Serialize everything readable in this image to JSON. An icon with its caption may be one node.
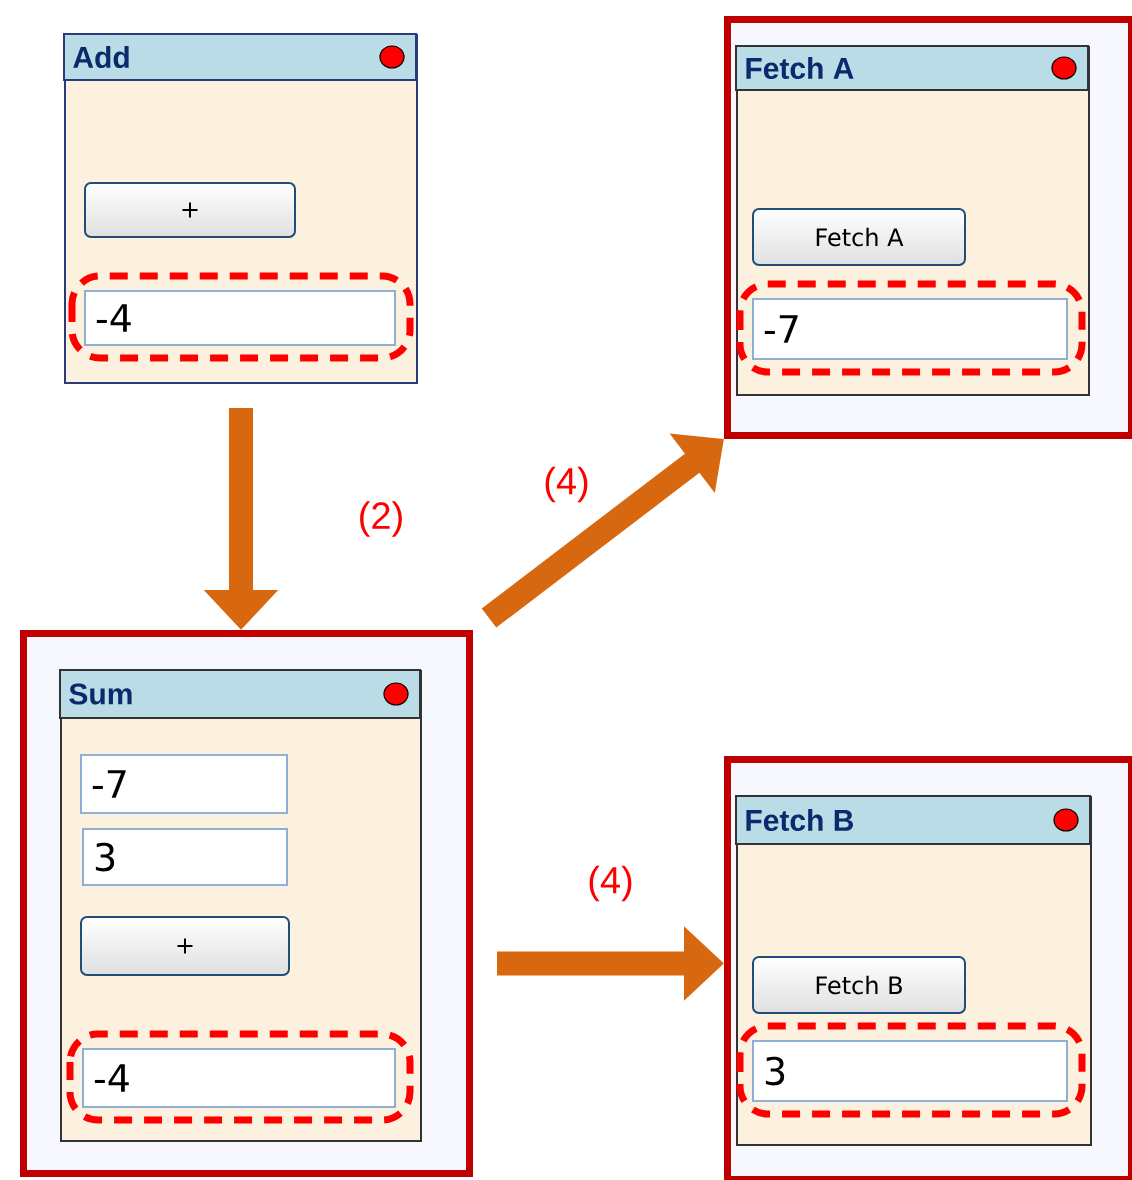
{
  "diagram": {
    "nodes": [
      {
        "text": [
          "Add"
        ]
      },
      {
        "text": [
          "+"
        ],
        "in": 0
      },
      {
        "text": [
          "-4"
        ],
        "in": 0
      },
      {
        "text": [],
        "shape": "box"
      },
      {
        "text": [
          "Fetch A"
        ],
        "in": 3
      },
      {
        "text": [
          "Fetch A"
        ],
        "in": 4
      },
      {
        "text": [
          "-7"
        ],
        "in": 4
      },
      {
        "text": [],
        "shape": "box"
      },
      {
        "text": [
          "Sum"
        ],
        "in": 7
      },
      {
        "text": [
          "-7"
        ],
        "in": 8
      },
      {
        "text": [
          "3"
        ],
        "in": 8
      },
      {
        "text": [
          "+"
        ],
        "in": 8
      },
      {
        "text": [
          "-4"
        ],
        "in": 8
      },
      {
        "text": [],
        "shape": "box"
      },
      {
        "text": [
          "Fetch B"
        ],
        "in": 13
      },
      {
        "text": [
          "Fetch B"
        ],
        "in": 14
      },
      {
        "text": [
          "3"
        ],
        "in": 14
      }
    ],
    "edges": [
      {
        "from": 0,
        "to": 7,
        "arrow": "to",
        "label": "(2)"
      },
      {
        "from": 7,
        "to": 3,
        "arrow": "to",
        "label": "(4)"
      },
      {
        "from": 7,
        "to": 13,
        "arrow": "to",
        "label": "(4)"
      }
    ]
  }
}
